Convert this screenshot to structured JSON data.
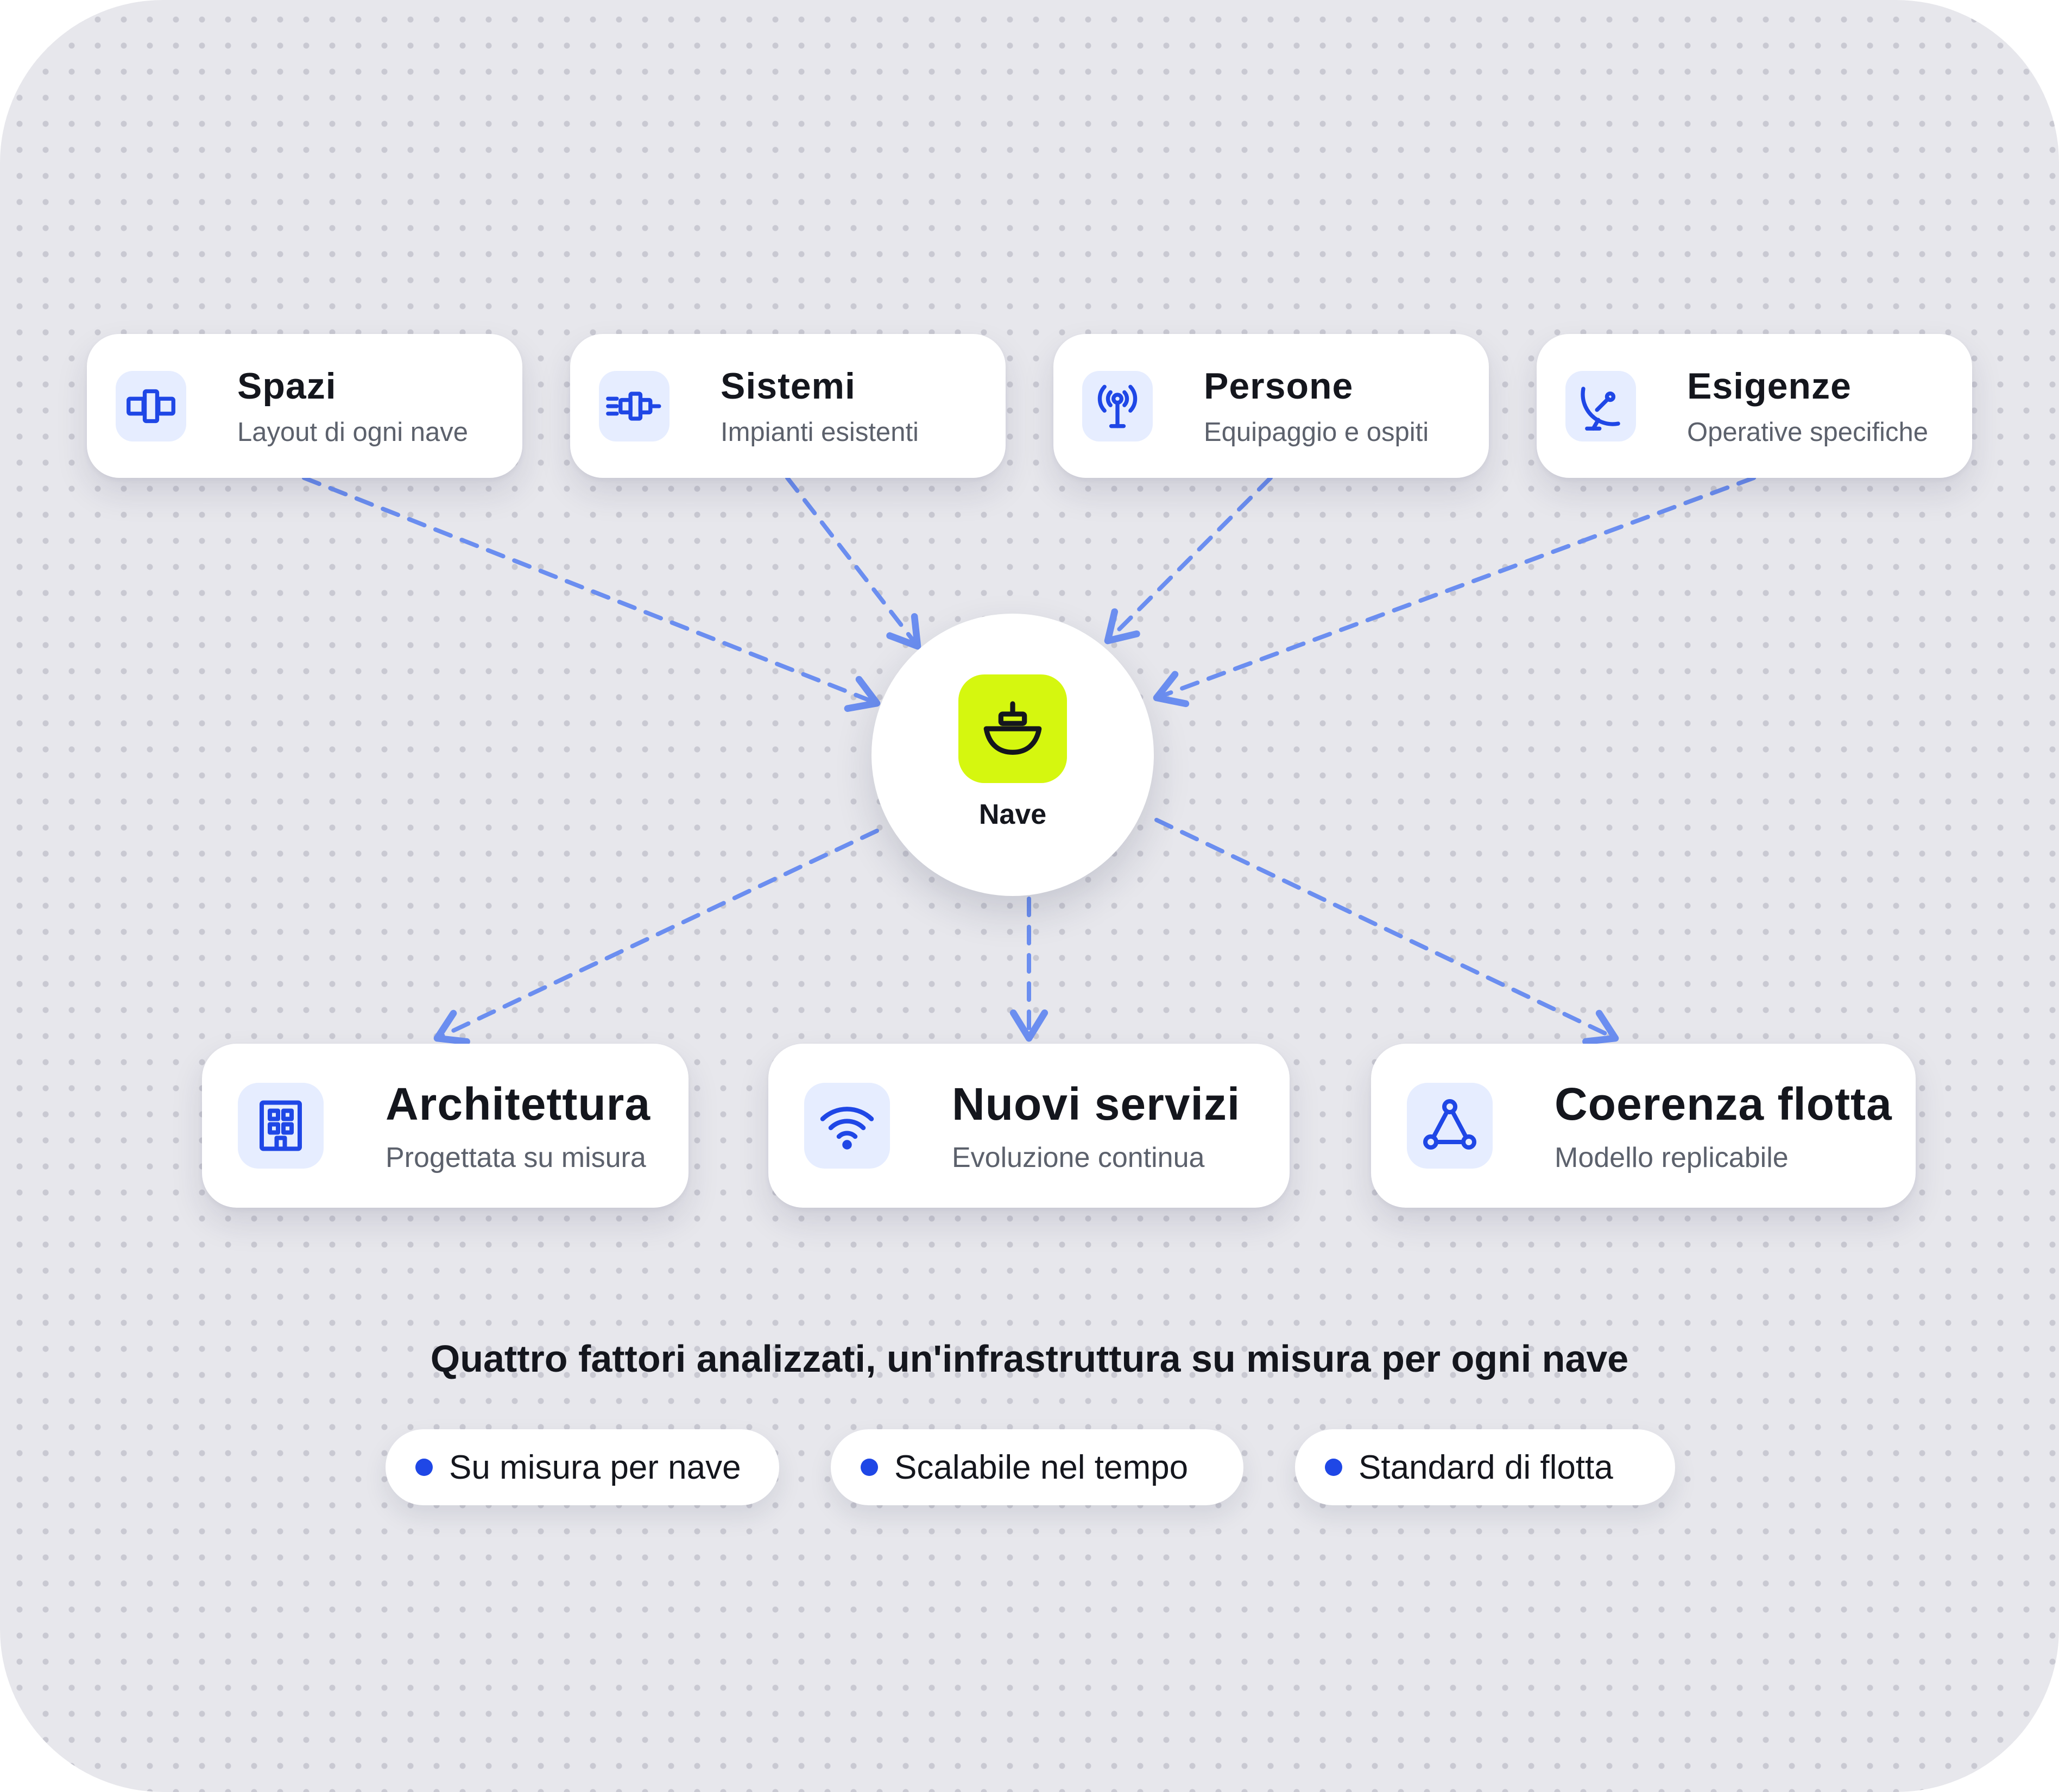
{
  "center": {
    "label": "Nave",
    "icon": "ship-icon",
    "color": "#d5f70f"
  },
  "inputs": [
    {
      "title": "Spazi",
      "subtitle": "Layout di ogni nave",
      "icon": "layout-blocks-icon"
    },
    {
      "title": "Sistemi",
      "subtitle": "Impianti esistenti",
      "icon": "connected-system-icon"
    },
    {
      "title": "Persone",
      "subtitle": "Equipaggio e ospiti",
      "icon": "antenna-icon"
    },
    {
      "title": "Esigenze",
      "subtitle": "Operative specifiche",
      "icon": "satellite-dish-icon"
    }
  ],
  "outputs": [
    {
      "title": "Architettura",
      "subtitle": "Progettata su misura",
      "icon": "building-icon"
    },
    {
      "title": "Nuovi servizi",
      "subtitle": "Evoluzione continua",
      "icon": "wifi-icon"
    },
    {
      "title": "Coerenza flotta",
      "subtitle": "Modello replicabile",
      "icon": "network-triangle-icon"
    }
  ],
  "caption": "Quattro fattori analizzati, un'infrastruttura su misura per ogni nave",
  "tags": [
    {
      "label": "Su misura per nave"
    },
    {
      "label": "Scalabile nel tempo"
    },
    {
      "label": "Standard di flotta"
    }
  ],
  "colors": {
    "accent": "#1f47e6",
    "icon_bg": "#e6edff",
    "connector": "#6b8ef0",
    "background": "#e7e7ec"
  }
}
